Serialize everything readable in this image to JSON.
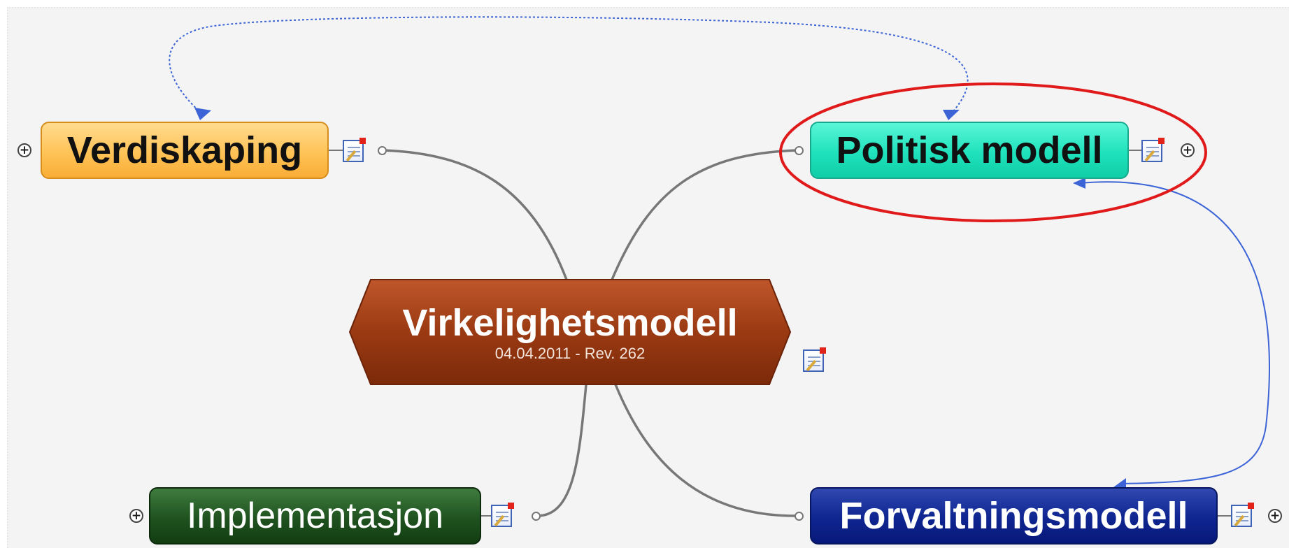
{
  "central_topic": {
    "title": "Virkelighetsmodell",
    "subtitle": "04.04.2011 - Rev. 262"
  },
  "topics": [
    {
      "id": "verdiskaping",
      "label": "Verdiskaping",
      "color": "#ffc357"
    },
    {
      "id": "politisk-modell",
      "label": "Politisk modell",
      "color": "#1fe2bc",
      "highlighted": true
    },
    {
      "id": "implementasjon",
      "label": "Implementasjon",
      "color": "#1f521f"
    },
    {
      "id": "forvaltningsmodell",
      "label": "Forvaltningsmodell",
      "color": "#0e2590"
    }
  ],
  "colors": {
    "background": "#f4f4f4",
    "central_topic": "#9a3a12",
    "highlight_ellipse": "#e01a1a",
    "relationship_arrows": "#3c64d6",
    "branch_lines": "#777777"
  },
  "icons": {
    "note": "note-icon",
    "expand": "expand-plus-icon",
    "connector": "connector-circle"
  },
  "expander_symbol": "+"
}
